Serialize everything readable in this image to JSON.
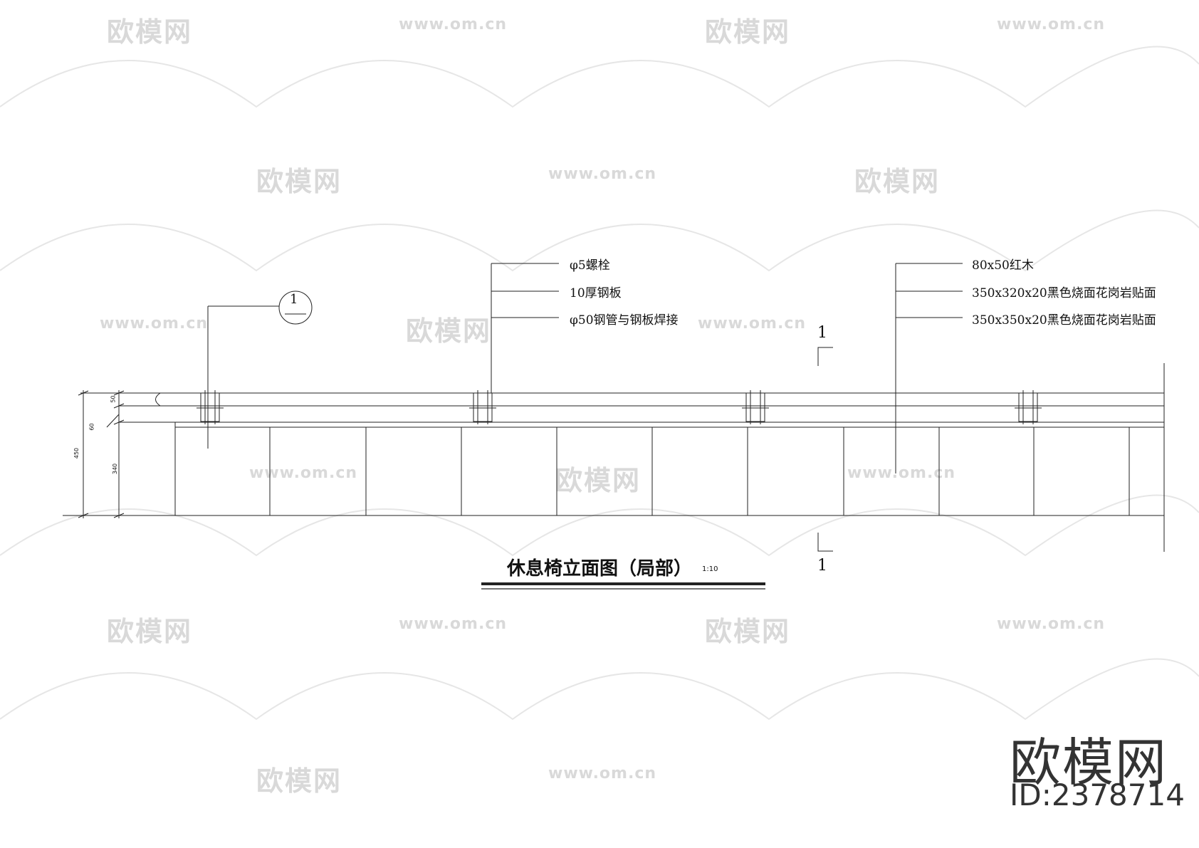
{
  "watermark": {
    "logo_text": "欧模网",
    "url_text": "www.om.cn"
  },
  "callouts_left": [
    "φ5螺栓",
    "10厚钢板",
    "φ50钢管与钢板焊接"
  ],
  "callouts_right": [
    "80x50红木",
    "350x320x20黑色烧面花岗岩贴面",
    "350x350x20黑色烧面花岗岩贴面"
  ],
  "detail_marker": "1",
  "section_marks": {
    "top": "1",
    "bottom": "1"
  },
  "dimensions": {
    "total": "450",
    "top": "50",
    "mid": "60",
    "bottom": "340"
  },
  "title": "休息椅立面图（局部）",
  "scale": "1:10",
  "brand": {
    "name": "欧模网",
    "id": "ID:2378714"
  }
}
